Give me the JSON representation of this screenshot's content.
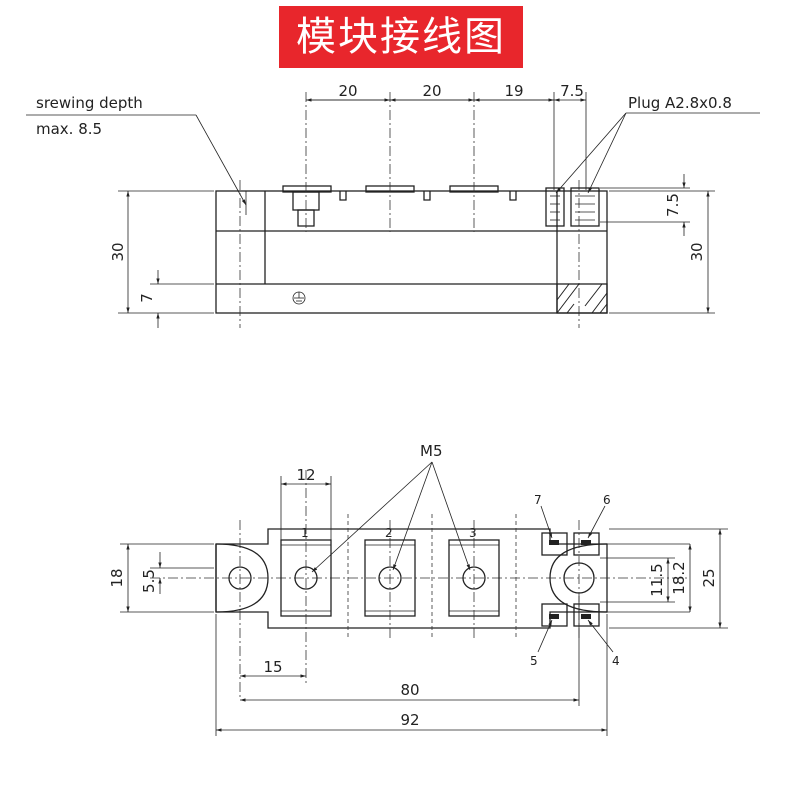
{
  "title": "模块接线图",
  "side_view": {
    "top_dims": [
      "20",
      "20",
      "19",
      "7.5"
    ],
    "screw_note_line1": "srewing depth",
    "screw_note_line2": "max. 8.5",
    "plug_note": "Plug A2.8x0.8",
    "height_left": "30",
    "height_right": "30",
    "base_height": "7",
    "plug_height": "7.5"
  },
  "top_view": {
    "screw_label": "M5",
    "terminal_width": "12",
    "terminals": [
      "1",
      "2",
      "3"
    ],
    "aux_pins": [
      "7",
      "6",
      "5",
      "4"
    ],
    "dim_mount_pitch": "80",
    "dim_overall_length": "92",
    "dim_edge_offset": "15",
    "dim_overall_height_left": "18",
    "dim_hole_offset": "5.5",
    "dim_pin_pitch_a": "11.5",
    "dim_pin_pitch_b": "18.2",
    "dim_overall_height_right": "25"
  },
  "colors": {
    "title_bg": "#e8262c",
    "title_fg": "#ffffff",
    "ink": "#222222"
  }
}
